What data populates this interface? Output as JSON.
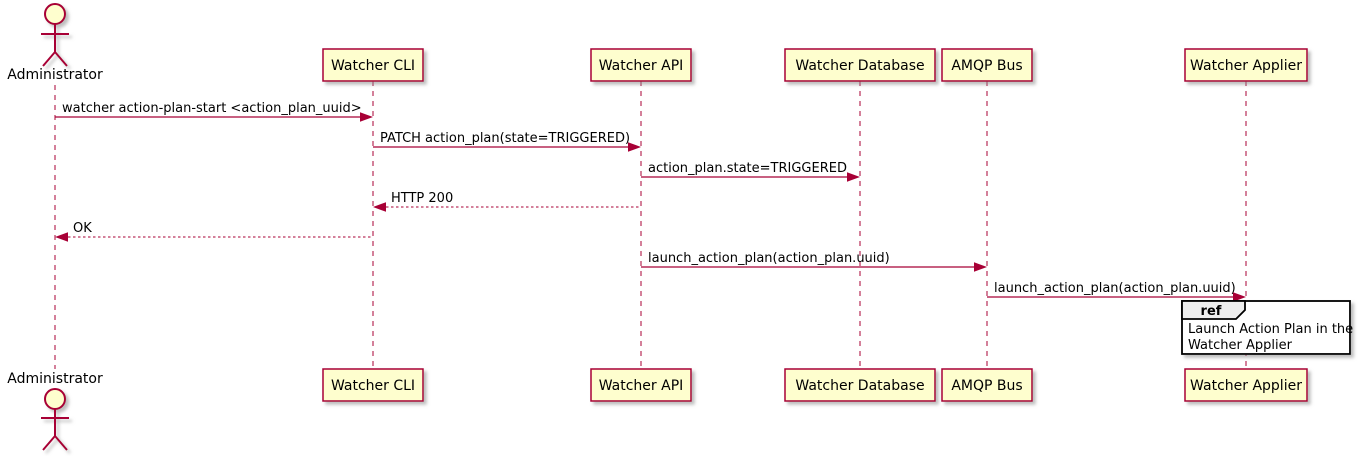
{
  "diagram": {
    "kind": "sequence-diagram",
    "actor": {
      "name": "Administrator"
    },
    "participants": [
      {
        "name": "Watcher CLI"
      },
      {
        "name": "Watcher API"
      },
      {
        "name": "Watcher Database"
      },
      {
        "name": "AMQP Bus"
      },
      {
        "name": "Watcher Applier"
      }
    ],
    "messages": [
      {
        "from": "Administrator",
        "to": "Watcher CLI",
        "label": "watcher action-plan-start <action_plan_uuid>",
        "line": "solid",
        "direction": "right"
      },
      {
        "from": "Watcher CLI",
        "to": "Watcher API",
        "label": "PATCH action_plan(state=TRIGGERED)",
        "line": "solid",
        "direction": "right"
      },
      {
        "from": "Watcher API",
        "to": "Watcher Database",
        "label": "action_plan.state=TRIGGERED",
        "line": "solid",
        "direction": "right"
      },
      {
        "from": "Watcher API",
        "to": "Watcher CLI",
        "label": "HTTP 200",
        "line": "dotted",
        "direction": "left"
      },
      {
        "from": "Watcher CLI",
        "to": "Administrator",
        "label": "OK",
        "line": "dotted",
        "direction": "left"
      },
      {
        "from": "Watcher API",
        "to": "AMQP Bus",
        "label": "launch_action_plan(action_plan.uuid)",
        "line": "solid",
        "direction": "right"
      },
      {
        "from": "AMQP Bus",
        "to": "Watcher Applier",
        "label": "launch_action_plan(action_plan.uuid)",
        "line": "solid",
        "direction": "right"
      }
    ],
    "ref": {
      "keyword": "ref",
      "over": "Watcher Applier",
      "lines": [
        "Launch Action Plan in the",
        "Watcher Applier"
      ]
    },
    "colors": {
      "accent-border": "#A80036",
      "participant-fill": "#FEFECE",
      "ref-tab-fill": "#EEEEEE",
      "ref-frame-bg": "#FFFFFF",
      "frame-border": "#000000",
      "text": "#000000",
      "background": "#FFFFFF"
    }
  }
}
